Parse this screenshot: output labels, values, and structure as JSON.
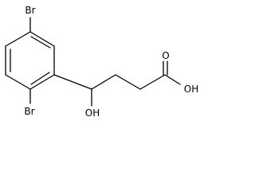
{
  "molecule": {
    "atoms": {
      "br_top": "Br",
      "br_bottom": "Br",
      "hydroxyl": "OH",
      "carbonyl_oxygen": "O",
      "acid_hydroxyl": "OH"
    },
    "colors": {
      "bond": "#000000",
      "label": "#000000",
      "background": "#ffffff"
    }
  }
}
